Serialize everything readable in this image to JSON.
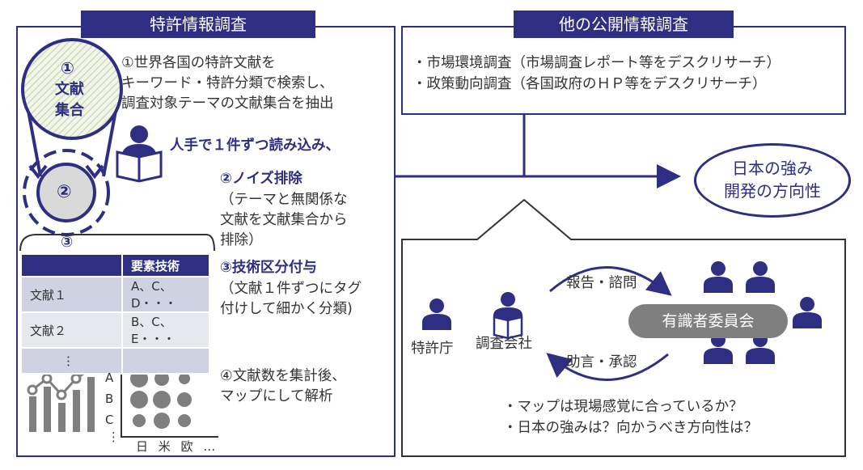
{
  "patent": {
    "header": "特許情報調査",
    "set_circle": {
      "num": "①",
      "line1": "文献",
      "line2": "集合"
    },
    "noise_circle": "②",
    "bracket_label": "③",
    "step1": [
      "①世界各国の特許文献を",
      "キーワード・特許分類で検索し、",
      "調査対象テーマの文献集合を抽出"
    ],
    "reading": "人手で１件ずつ読み込み、",
    "step2_title": "②ノイズ排除",
    "step2_body": [
      "（テーマと無関係な",
      "文献を文献集合から",
      "排除）"
    ],
    "step3_title": "③技術区分付与",
    "step3_body": [
      "（文献１件ずつにタグ",
      "付けして細かく分類)"
    ],
    "step4": [
      "④文献数を集計後、",
      "マップにして解析"
    ],
    "table": {
      "header": [
        "",
        "要素技術"
      ],
      "rows": [
        [
          "文献１",
          "A、C、D・・・"
        ],
        [
          "文献２",
          "B、C、E・・・"
        ],
        [
          "︙",
          ""
        ]
      ]
    },
    "map_rows": [
      "A",
      "B",
      "C",
      "⋮"
    ],
    "map_cols": "日 米 欧 …"
  },
  "public": {
    "header": "他の公開情報調査",
    "items": [
      "・市場環境調査（市場調査レポート等をデスクリサーチ）",
      "・政策動向調査（各国政府のＨＰ等をデスクリサーチ）"
    ]
  },
  "goal": {
    "line1": "日本の強み",
    "line2": "開発の方向性"
  },
  "committee": {
    "jpo": "特許庁",
    "company": "調査会社",
    "report": "報告・諮問",
    "advice": "助言・承認",
    "experts": "有識者委員会",
    "questions": [
      "・マップは現場感覚に合っているか？",
      "・日本の強みは？向かうべき方向性は？"
    ]
  },
  "colors": {
    "navy": "#2e2e82",
    "gray": "#7f7f7f",
    "light_gray": "#bfbfbf",
    "hatch": "#d8e4c6"
  }
}
